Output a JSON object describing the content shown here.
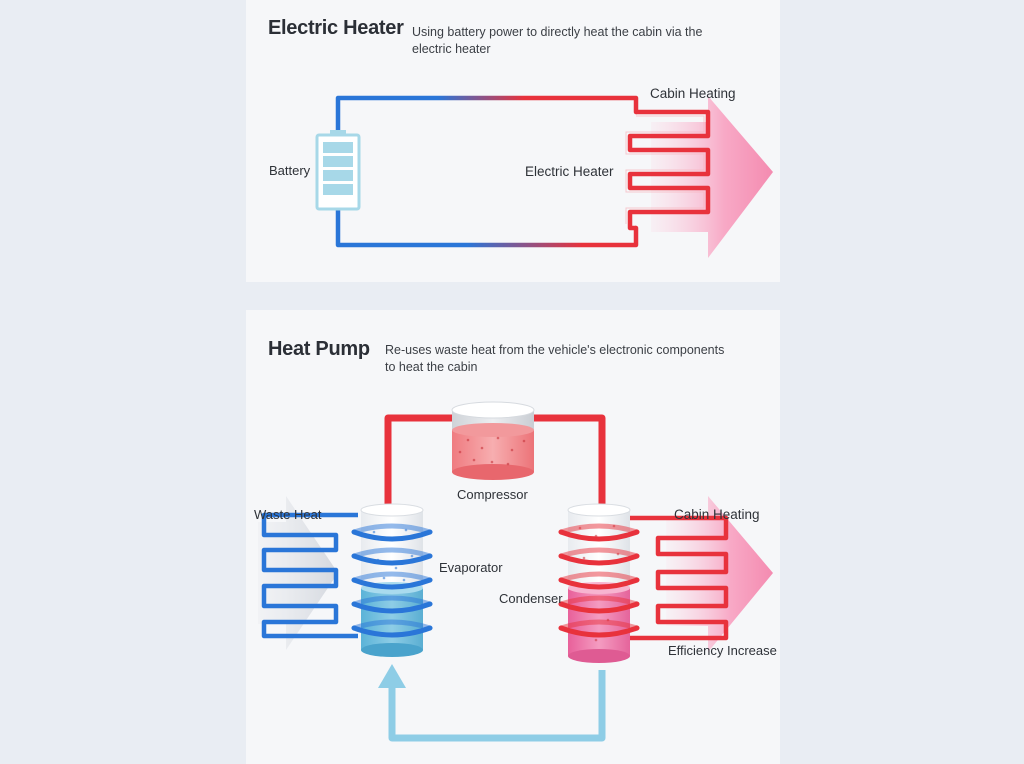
{
  "electric_heater": {
    "title": "Electric Heater",
    "description_line1": "Using battery power to directly heat the cabin via the",
    "description_line2": "electric heater",
    "labels": {
      "battery": "Battery",
      "electric_heater": "Electric Heater",
      "cabin_heating": "Cabin Heating"
    }
  },
  "heat_pump": {
    "title": "Heat Pump",
    "description_line1": "Re-uses waste heat from the vehicle's electronic components",
    "description_line2": "to heat the cabin",
    "labels": {
      "compressor": "Compressor",
      "waste_heat": "Waste Heat",
      "evaporator": "Evaporator",
      "condenser": "Condenser",
      "cabin_heating": "Cabin Heating",
      "efficiency_increase": "Efficiency Increase"
    }
  },
  "colors": {
    "background": "#e9edf3",
    "panel": "#f6f7f9",
    "hot": "#e8323c",
    "cold": "#2a76d8",
    "light_blue": "#8ecde6",
    "pink_arrow": "#f48bb0",
    "text": "#2b2f36"
  }
}
